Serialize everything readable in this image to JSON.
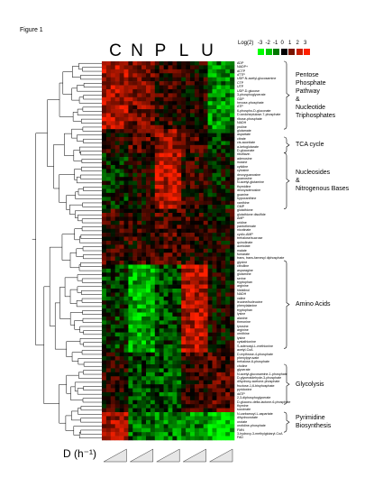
{
  "figure_label": "Figure 1",
  "chart_data": {
    "type": "heatmap",
    "columns": [
      "C",
      "N",
      "P",
      "L",
      "U"
    ],
    "color_scale": {
      "label": "Log(2)",
      "ticks": [
        "-3",
        "-2",
        "-1",
        "0",
        "1",
        "2",
        "3"
      ],
      "colors": [
        "#00ff00",
        "#00c800",
        "#007800",
        "#000000",
        "#781400",
        "#c81e00",
        "#ff2000"
      ]
    },
    "rows": [
      "ADP",
      "NADP+",
      "dCTP",
      "dTTP",
      "UDP-N-acetyl-glucosamine",
      "CTP",
      "UTP",
      "UDP-D-glucose",
      "3-phosphoglycerate",
      "GDP",
      "hexose-phosphate",
      "ATP",
      "6-phospho-D-gluconate",
      "D-sedoheptulose-7-phosphate",
      "ribose-phosphate",
      "NADH",
      "proline",
      "glutamate",
      "aspartate",
      "citrate",
      "cis-aconitate",
      "a-ketoglutarate",
      "D-gluconate",
      "riboflavin",
      "adenosine",
      "inosine",
      "cytidine",
      "cytosine",
      "deoxyguanosine",
      "guanosine",
      "N-acetyl-glutamine",
      "thymidine",
      "deoxyadenosine",
      "guanine",
      "hypoxanthine",
      "xanthine",
      "GMP",
      "glutathione",
      "glutathione disulfide",
      "AMP",
      "uridine",
      "pantothenate",
      "nicotinate",
      "cyclic-AMP",
      "trehalose/sucrose",
      "quinolinate",
      "acetolate",
      "malate",
      "fumarate",
      "trans, trans-farnesyl diphosphate",
      "glycine",
      "citrulline",
      "asparagine",
      "glutamine",
      "serine",
      "tryptophan",
      "arginine",
      "histidinol",
      "NADH",
      "valine",
      "leucine/isoleucine",
      "phenylalanine",
      "tryptophan",
      "lysine",
      "alanine",
      "threonine",
      "tyrosine",
      "arginine",
      "ornithine",
      "lysine",
      "cystathionine",
      "S-adenosyl-L-methionine",
      "acetyl-CoA",
      "D-erythrose-4-phosphate",
      "phenylpyruvate",
      "trehalose-6-phosphate",
      "choline",
      "glycerate",
      "N-acetyl-glucosamine-1-phosphate",
      "D-glyceraldehyde-3-phosphate",
      "dihydroxy-acetone-phosphate",
      "fructose-1,6-bisphosphate",
      "pyridoxine",
      "dATP",
      "2,3-diphosphoglycerate",
      "D-glucono-delta-lactone-6-phosphate",
      "thymine",
      "succinate",
      "N-carbamoyl-L-aspartate",
      "dihydroorotate",
      "orotate",
      "orotidine-phosphate",
      "FMN",
      "3-hydroxy-3-methylglutaryl-CoA",
      "FAD"
    ],
    "groups": [
      {
        "label": "Pentose Phosphate Pathway & Nucleotide Triphosphates",
        "lines": [
          "Pentose",
          "Phosphate",
          "Pathway",
          "&",
          "Nucleotide",
          "Triphosphates"
        ],
        "first_row": 0,
        "last_row": 16
      },
      {
        "label": "TCA cycle",
        "lines": [
          "TCA cycle"
        ],
        "first_row": 19,
        "last_row": 22
      },
      {
        "label": "Nucleosides & Nitrogenous Bases",
        "lines": [
          "Nucleosides",
          "&",
          "Nitrogenous Bases"
        ],
        "first_row": 23,
        "last_row": 36
      },
      {
        "label": "Amino Acids",
        "lines": [
          "Amino Acids"
        ],
        "first_row": 50,
        "last_row": 71
      },
      {
        "label": "Glycolysis",
        "lines": [
          "Glycolysis"
        ],
        "first_row": 76,
        "last_row": 85
      },
      {
        "label": "Pyrimidine Biosynthesis",
        "lines": [
          "Pyrimidine",
          "Biosynthesis"
        ],
        "first_row": 88,
        "last_row": 92
      }
    ],
    "xlabel": "D (h⁻¹)"
  }
}
